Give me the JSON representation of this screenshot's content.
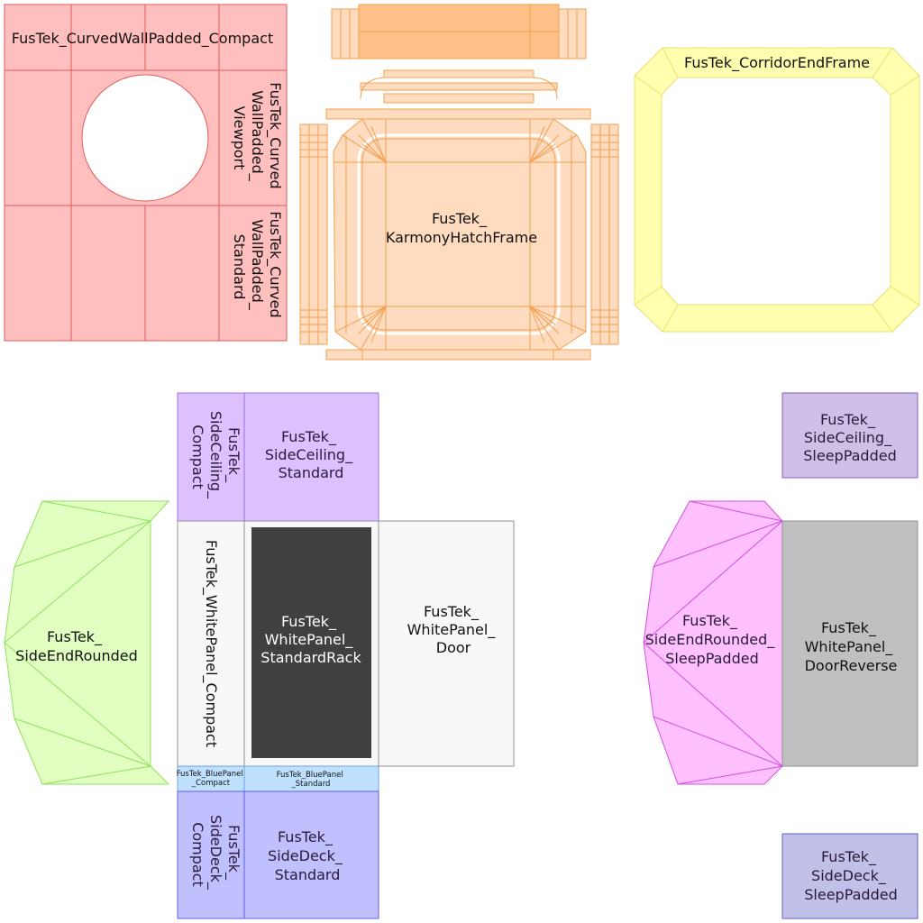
{
  "labels": {
    "curved_wall_compact": "FusTek_CurvedWallPadded_Compact",
    "curved_wall_viewport": [
      "FusTek_Curved",
      "WallPadded_",
      "Viewport"
    ],
    "curved_wall_standard": [
      "FusTek_Curved",
      "WallPadded_",
      "Standard"
    ],
    "karmony_hatch_frame": [
      "FusTek_",
      "KarmonyHatchFrame"
    ],
    "corridor_end_frame": "FusTek_CorridorEndFrame",
    "side_ceiling_compact": [
      "FusTek_",
      "SideCeiling_",
      "Compact"
    ],
    "side_ceiling_standard": [
      "FusTek_",
      "SideCeiling_",
      "Standard"
    ],
    "side_ceiling_sleep_padded": [
      "FusTek_",
      "SideCeiling_",
      "SleepPadded"
    ],
    "side_end_rounded": [
      "FusTek_",
      "SideEndRounded"
    ],
    "white_panel_compact": "FusTek_WhitePanel_Compact",
    "white_panel_standard_rack": [
      "FusTek_",
      "WhitePanel_",
      "StandardRack"
    ],
    "white_panel_door": [
      "FusTek_",
      "WhitePanel_",
      "Door"
    ],
    "side_end_rounded_sleep_padded": [
      "FusTek_",
      "SideEndRounded_",
      "SleepPadded"
    ],
    "white_panel_door_reverse": [
      "FusTek_",
      "WhitePanel_",
      "DoorReverse"
    ],
    "blue_panel_compact": [
      "FusTek_BluePanel",
      "_Compact"
    ],
    "blue_panel_standard": [
      "FusTek_BluePanel",
      "_Standard"
    ],
    "side_deck_compact": [
      "FusTek_",
      "SideDeck_",
      "Compact"
    ],
    "side_deck_standard": [
      "FusTek_",
      "SideDeck_",
      "Standard"
    ],
    "side_deck_sleep_padded": [
      "FusTek_",
      "SideDeck_",
      "SleepPadded"
    ]
  },
  "colors": {
    "curved_wall_fill": "#ffbfbf",
    "curved_wall_line": "#e05a5a",
    "hatch_fill": "#ffdcc0",
    "hatch_fill_dark": "#ffc088",
    "hatch_line": "#f0a050",
    "corridor_fill": "#ffffb0",
    "corridor_line": "#e8e070",
    "ceiling_fill": "#dcc0ff",
    "ceiling_line": "#a070e0",
    "ceiling_sleep_fill": "#d0c0e8",
    "ceiling_sleep_line": "#8060c0",
    "end_rounded_fill": "#e0ffc0",
    "end_rounded_line": "#90e060",
    "white_panel_fill": "#f8f8f8",
    "white_panel_line": "#909090",
    "rack_fill": "#404040",
    "end_sleep_fill": "#ffc0ff",
    "end_sleep_line": "#d050e0",
    "door_reverse_fill": "#c0c0c0",
    "blue_panel_fill": "#c0e0ff",
    "blue_panel_line": "#70a0e0",
    "deck_fill": "#c0c0ff",
    "deck_line": "#6060e0",
    "deck_sleep_fill": "#c0c0e8",
    "deck_sleep_line": "#6060c0"
  }
}
